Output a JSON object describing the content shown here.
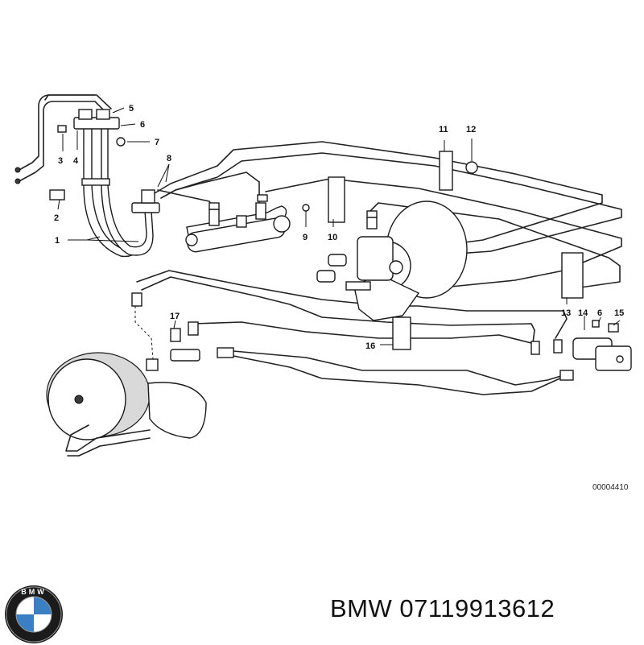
{
  "diagram": {
    "drawing_code": "00004410",
    "callouts": [
      "1",
      "2",
      "3",
      "4",
      "5",
      "6",
      "7",
      "8",
      "9",
      "10",
      "11",
      "12",
      "13",
      "14",
      "6",
      "15",
      "16",
      "17"
    ]
  },
  "brand": {
    "logo_letters": "BMW",
    "name": "BMW",
    "part_number": "07119913612"
  },
  "colors": {
    "line": "#222222",
    "logo_blue": "#3a7fc4",
    "logo_ring": "#1b1b1b"
  }
}
